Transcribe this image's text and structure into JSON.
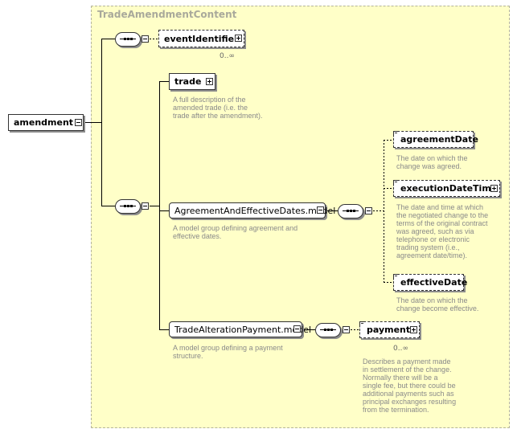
{
  "type_name": "TradeAmendmentContent",
  "root": {
    "label": "amendment"
  },
  "event_identifier": {
    "label": "eventIdentifier",
    "cardinality": "0..∞"
  },
  "trade": {
    "label": "trade",
    "doc": [
      "A full description of the",
      "amended trade (i.e. the",
      "trade after the amendment)."
    ]
  },
  "agreement_group": {
    "label": "AgreementAndEffectiveDates.model",
    "doc": [
      "A model group defining agreement and",
      "effective dates."
    ]
  },
  "agreement_date": {
    "label": "agreementDate",
    "doc": [
      "The date on which the",
      "change was agreed."
    ]
  },
  "execution_date_time": {
    "label": "executionDateTime",
    "doc": [
      "The date and time at which",
      "the negotiated change to the",
      "terms of the original contract",
      "was agreed, such as via",
      "telephone or electronic",
      "trading system (i.e.,",
      "agreement date/time)."
    ]
  },
  "effective_date": {
    "label": "effectiveDate",
    "doc": [
      "The date on which the",
      "change become effective."
    ]
  },
  "payment_group": {
    "label": "TradeAlterationPayment.model",
    "doc": [
      "A model group defining a payment",
      "structure."
    ]
  },
  "payment": {
    "label": "payment",
    "cardinality": "0..∞",
    "doc": [
      "Describes a payment made",
      "in settlement of the change.",
      "Normally there will be a",
      "single fee, but there could be",
      "additional payments such as",
      "principal exchanges resulting",
      "from the termination."
    ]
  }
}
